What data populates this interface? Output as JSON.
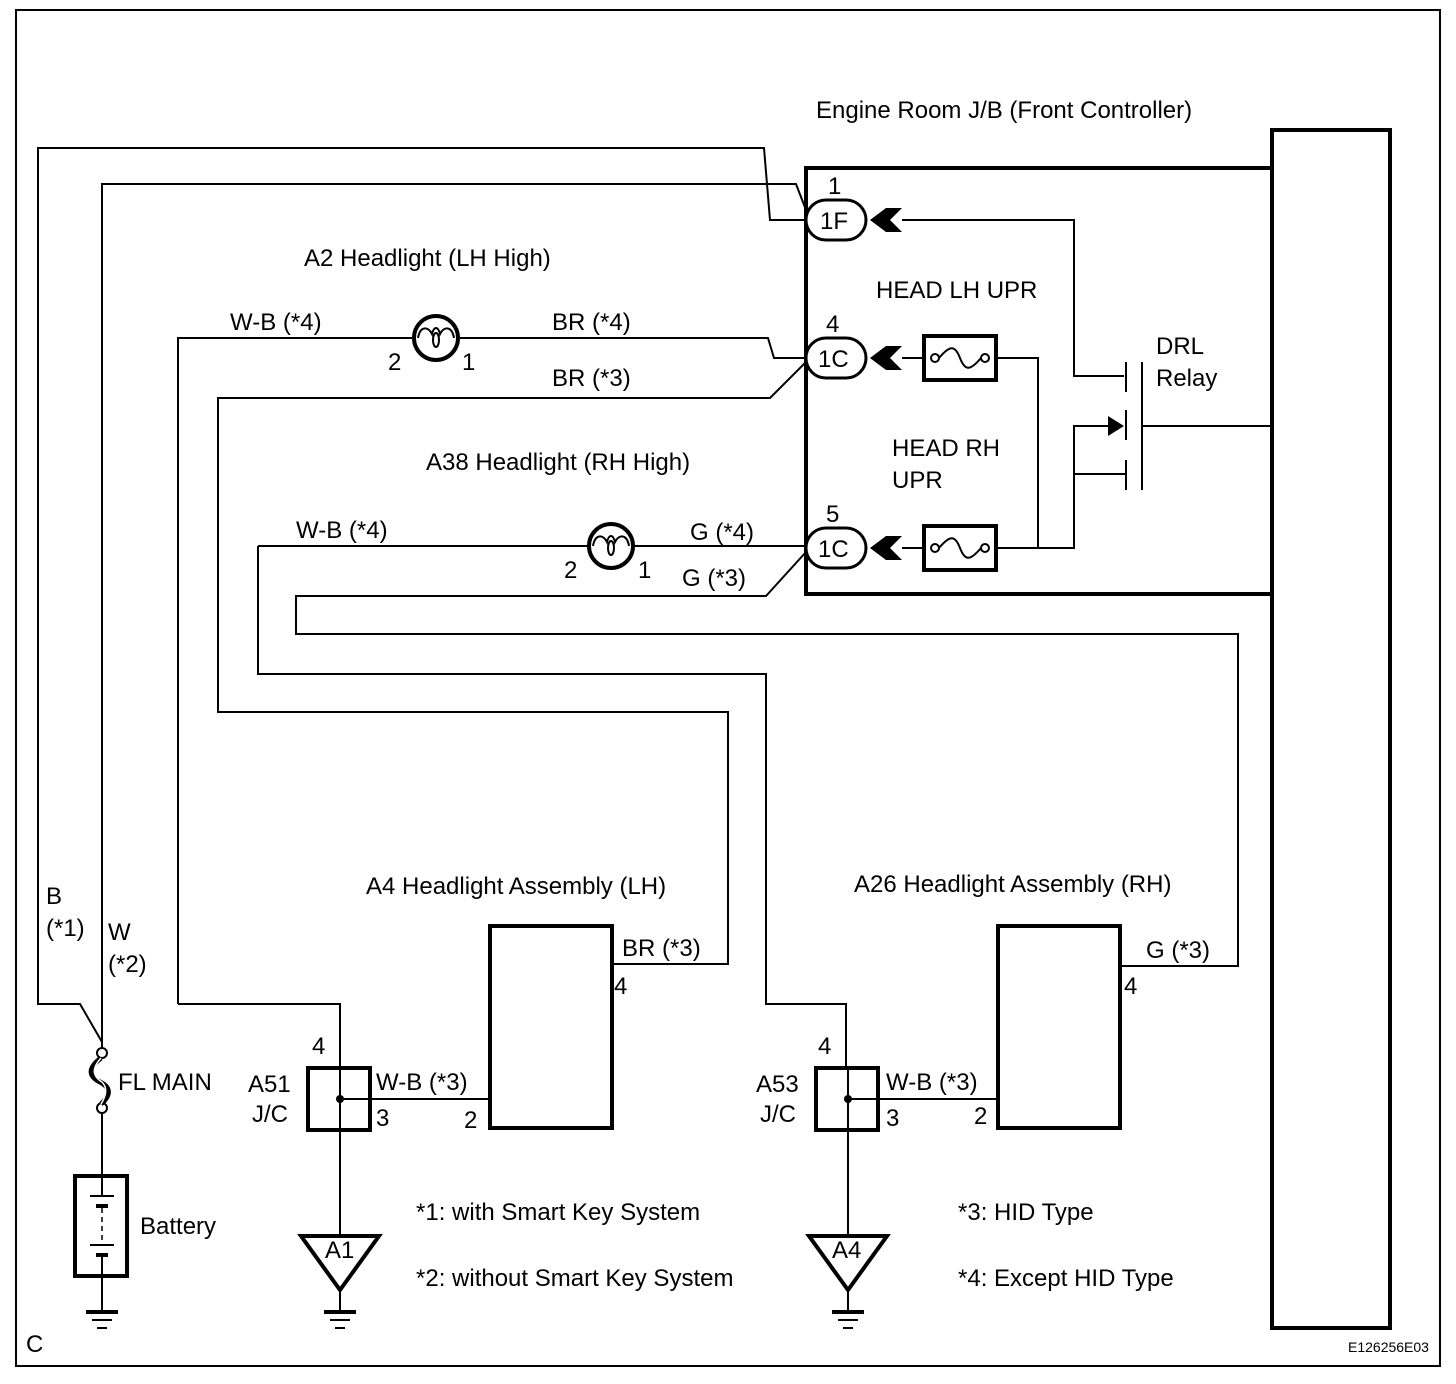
{
  "diagram": {
    "sheet_letter": "C",
    "figure_id": "E126256E03",
    "jb": {
      "title": "Engine Room J/B (Front Controller)",
      "connectors": [
        {
          "pin": "1",
          "code": "1F"
        },
        {
          "pin": "4",
          "code": "1C"
        },
        {
          "pin": "5",
          "code": "1C"
        }
      ],
      "fuse_lh": "HEAD LH UPR",
      "fuse_rh_line1": "HEAD RH",
      "fuse_rh_line2": "UPR",
      "relay_line1": "DRL",
      "relay_line2": "Relay"
    },
    "a2": {
      "title": "A2 Headlight (LH High)",
      "wire_left": "W-B (*4)",
      "wire_right": "BR (*4)",
      "wire_bypass": "BR (*3)",
      "pin_left": "2",
      "pin_right": "1"
    },
    "a38": {
      "title": "A38 Headlight (RH High)",
      "wire_left": "W-B (*4)",
      "wire_right": "G (*4)",
      "wire_bypass": "G (*3)",
      "pin_left": "2",
      "pin_right": "1"
    },
    "a4": {
      "title": "A4 Headlight Assembly (LH)",
      "wire_top": "BR (*3)",
      "pin_top": "4",
      "pin_bottom": "2"
    },
    "a26": {
      "title": "A26 Headlight Assembly (RH)",
      "wire_top": "G (*3)",
      "pin_top": "4",
      "pin_bottom": "2"
    },
    "a51": {
      "line1": "A51",
      "line2": "J/C",
      "pin_top": "4",
      "pin_right": "3",
      "wire": "W-B (*3)",
      "ground": "A1"
    },
    "a53": {
      "line1": "A53",
      "line2": "J/C",
      "pin_top": "4",
      "pin_right": "3",
      "wire": "W-B (*3)",
      "ground": "A4"
    },
    "power": {
      "wire_b": "B",
      "wire_b_note": "(*1)",
      "wire_w": "W",
      "wire_w_note": "(*2)",
      "fuse": "FL MAIN",
      "battery": "Battery"
    },
    "notes": [
      "*1: with Smart Key System",
      "*2: without Smart Key System",
      "*3: HID Type",
      "*4: Except HID Type"
    ]
  }
}
